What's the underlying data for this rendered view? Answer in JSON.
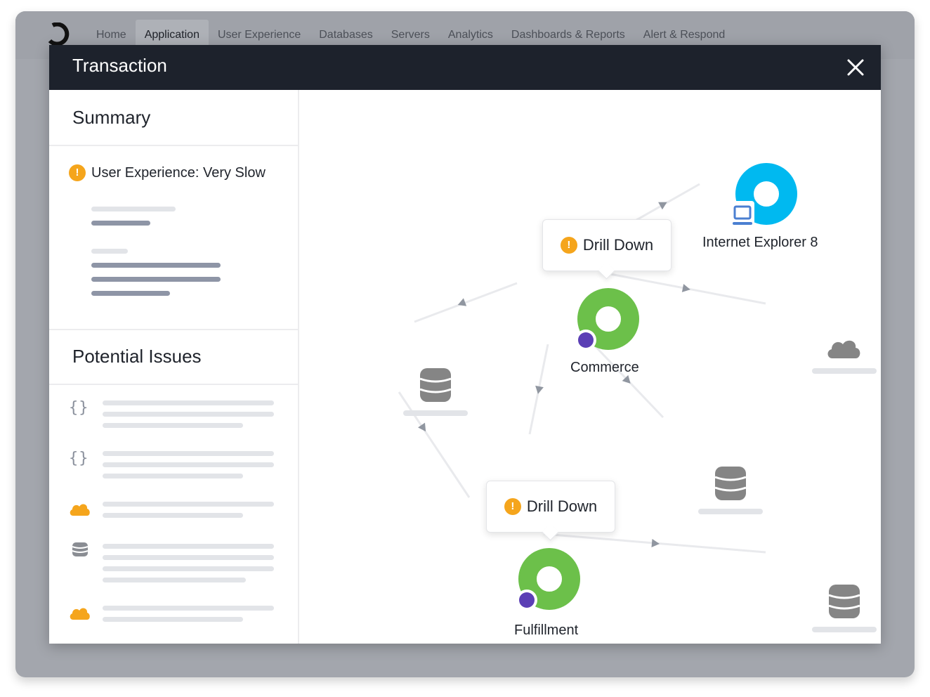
{
  "nav": {
    "items": [
      "Home",
      "Application",
      "User Experience",
      "Databases",
      "Servers",
      "Analytics",
      "Dashboards & Reports",
      "Alert & Respond"
    ],
    "active": "Application"
  },
  "modal": {
    "title": "Transaction",
    "close_icon": "close-icon"
  },
  "summary": {
    "title": "Summary",
    "status_label": "User Experience: Very Slow",
    "status_icon": "warning-icon"
  },
  "issues": {
    "title": "Potential Issues",
    "items": [
      {
        "icon": "code-braces-icon"
      },
      {
        "icon": "code-braces-icon"
      },
      {
        "icon": "cloud-icon"
      },
      {
        "icon": "database-icon"
      },
      {
        "icon": "cloud-icon"
      }
    ]
  },
  "graph": {
    "nodes": {
      "browser": {
        "label": "Internet Explorer 8"
      },
      "commerce": {
        "label": "Commerce"
      },
      "fulfillment": {
        "label": "Fulfillment"
      }
    },
    "callouts": [
      {
        "text": "Drill Down"
      },
      {
        "text": "Drill Down"
      }
    ]
  },
  "colors": {
    "header_bg": "#1d222c",
    "app_node": "#6cc04a",
    "browser_node": "#00b9f0",
    "badge": "#5b3fb5",
    "warning": "#f5a51c",
    "edge": "#e9eaed",
    "arrow": "#9096a0",
    "storage": "#858585"
  }
}
